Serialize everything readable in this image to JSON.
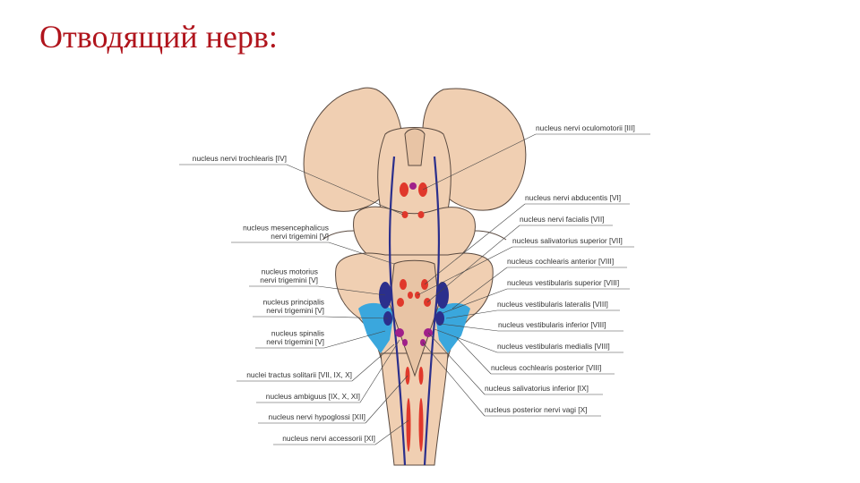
{
  "slide": {
    "title": "Отводящий нерв:"
  },
  "labels_left": [
    {
      "id": "trochlearis",
      "lines": [
        "nucleus nervi trochlearis [IV]"
      ]
    },
    {
      "id": "mesencephalicus",
      "lines": [
        "nucleus mesencephalicus",
        "nervi trigemini [V]"
      ]
    },
    {
      "id": "motorius",
      "lines": [
        "nucleus motorius",
        "nervi trigemini [V]"
      ]
    },
    {
      "id": "principalis",
      "lines": [
        "nucleus principalis",
        "nervi trigemini [V]"
      ]
    },
    {
      "id": "spinalis",
      "lines": [
        "nucleus spinalis",
        "nervi trigemini [V]"
      ]
    },
    {
      "id": "solitarii",
      "lines": [
        "nuclei tractus solitarii [VII, IX, X]"
      ]
    },
    {
      "id": "ambiguus",
      "lines": [
        "nucleus ambiguus [IX, X, XI]"
      ]
    },
    {
      "id": "hypoglossi",
      "lines": [
        "nucleus nervi hypoglossi [XII]"
      ]
    },
    {
      "id": "accessorii",
      "lines": [
        "nucleus nervi accessorii [XI]"
      ]
    }
  ],
  "labels_right": [
    {
      "id": "oculomotorii",
      "lines": [
        "nucleus nervi oculomotorii [III]"
      ]
    },
    {
      "id": "abducentis",
      "lines": [
        "nucleus nervi abducentis [VI]"
      ]
    },
    {
      "id": "facialis",
      "lines": [
        "nucleus nervi facialis [VII]"
      ]
    },
    {
      "id": "salivatorius-sup",
      "lines": [
        "nucleus salivatorius superior [VII]"
      ]
    },
    {
      "id": "cochlearis-ant",
      "lines": [
        "nucleus cochlearis anterior [VIII]"
      ]
    },
    {
      "id": "vestibularis-sup",
      "lines": [
        "nucleus vestibularis superior [VIII]"
      ]
    },
    {
      "id": "vestibularis-lat",
      "lines": [
        "nucleus vestibularis lateralis [VIII]"
      ]
    },
    {
      "id": "vestibularis-inf",
      "lines": [
        "nucleus vestibularis inferior [VIII]"
      ]
    },
    {
      "id": "vestibularis-med",
      "lines": [
        "nucleus vestibularis medialis [VIII]"
      ]
    },
    {
      "id": "cochlearis-post",
      "lines": [
        "nucleus cochlearis posterior [VIII]"
      ]
    },
    {
      "id": "salivatorius-inf",
      "lines": [
        "nucleus salivatorius inferior [IX]"
      ]
    },
    {
      "id": "vagi",
      "lines": [
        "nucleus posterior nervi vagi [X]"
      ]
    }
  ],
  "colors": {
    "title": "#b0141c",
    "tissue": "#f0cfb2",
    "tissue_outline": "#5a4a40",
    "motor_nucleus": "#e0382b",
    "sensory_nucleus": "#2b2f8c",
    "autonomic_nucleus": "#a0208a",
    "vestibular_area": "#3aa7dd"
  }
}
